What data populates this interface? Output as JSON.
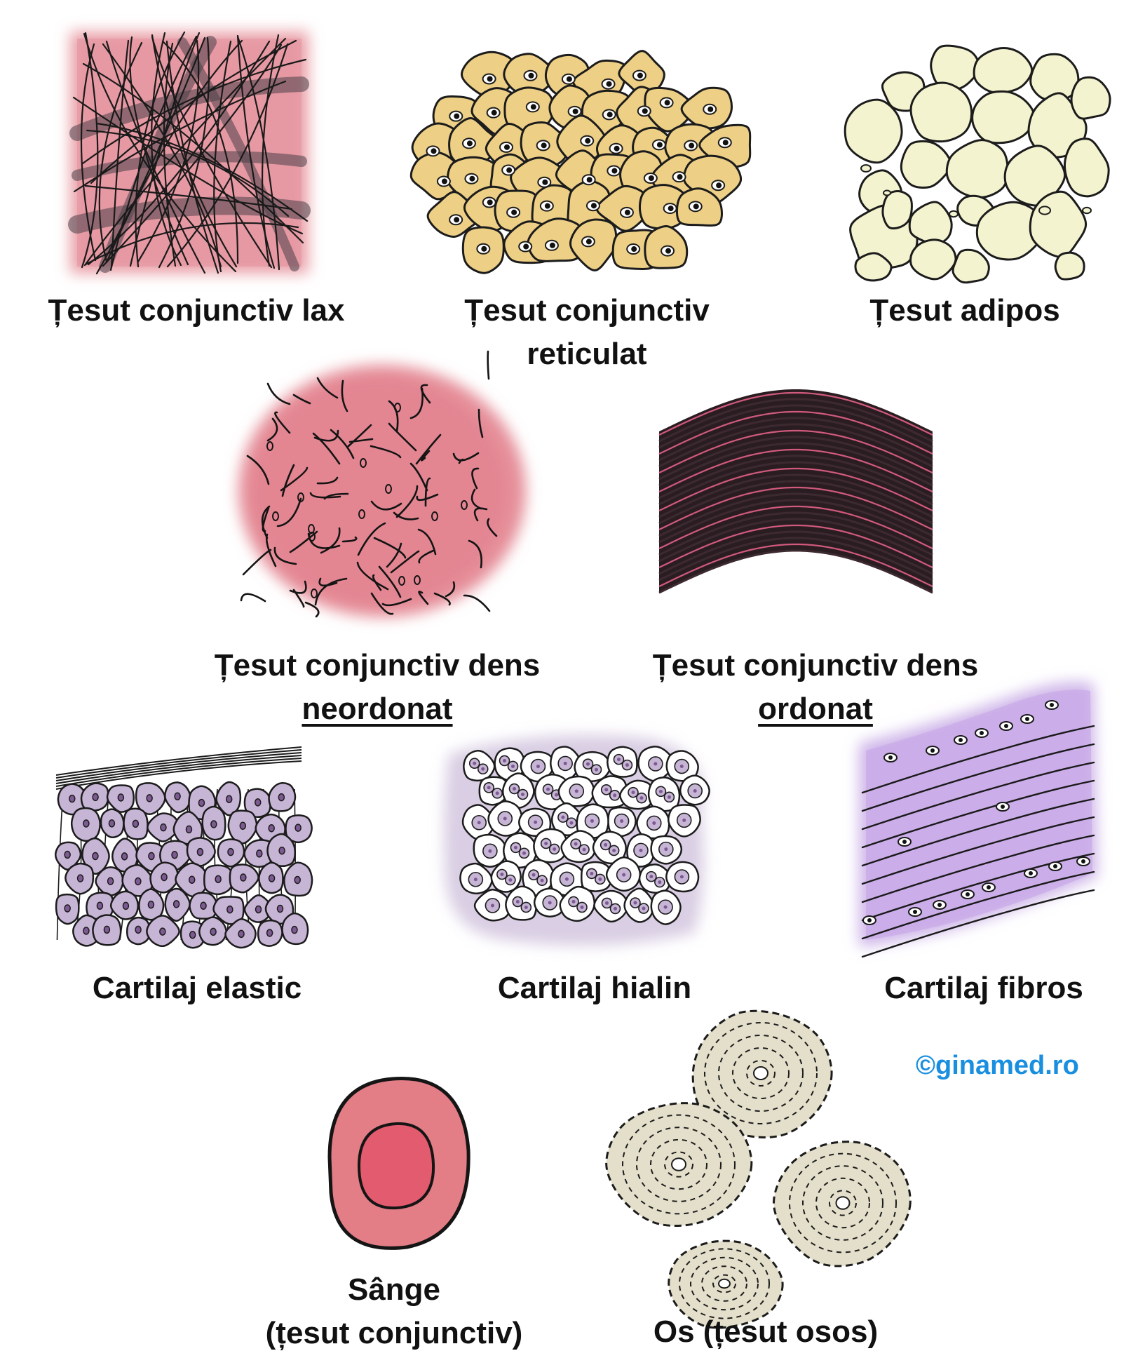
{
  "tissues": [
    {
      "id": "lax",
      "lines": [
        "Țesut conjunctiv lax"
      ]
    },
    {
      "id": "reticulat",
      "lines": [
        "Țesut conjunctiv",
        "reticulat"
      ]
    },
    {
      "id": "adipos",
      "lines": [
        "Țesut adipos"
      ]
    },
    {
      "id": "dens-neordonat",
      "lines": [
        "Țesut conjunctiv dens",
        "neordonat"
      ],
      "underline_line": 1
    },
    {
      "id": "dens-ordonat",
      "lines": [
        "Țesut conjunctiv dens",
        "ordonat"
      ],
      "underline_line": 1
    },
    {
      "id": "cartilaj-elastic",
      "lines": [
        "Cartilaj elastic"
      ]
    },
    {
      "id": "cartilaj-hialin",
      "lines": [
        "Cartilaj hialin"
      ]
    },
    {
      "id": "cartilaj-fibros",
      "lines": [
        "Cartilaj fibros"
      ]
    },
    {
      "id": "sange",
      "lines": [
        "Sânge",
        "(țesut conjunctiv)"
      ]
    },
    {
      "id": "os",
      "lines": [
        "Os (țesut osos)"
      ]
    }
  ],
  "watermark": "©ginamed.ro",
  "colors": {
    "loose_bg": "#e9a0a8",
    "reticular_cell": "#edcf86",
    "adipose_cell": "#f4f3cf",
    "dense_pink": "#e58e99",
    "dense_regular_stripe": "#d15a7d",
    "cartilage_cell": "#c7b5d6",
    "cartilage_nucleus": "#7d5a91",
    "hyaline_bg": "#d9cee3",
    "fibro_bg": "#cfb6e9",
    "blood_outer": "#e37d86",
    "blood_inner": "#e35b6e",
    "bone": "#e4dfcb",
    "watermark": "#1a8fe0",
    "ink": "#111111"
  }
}
